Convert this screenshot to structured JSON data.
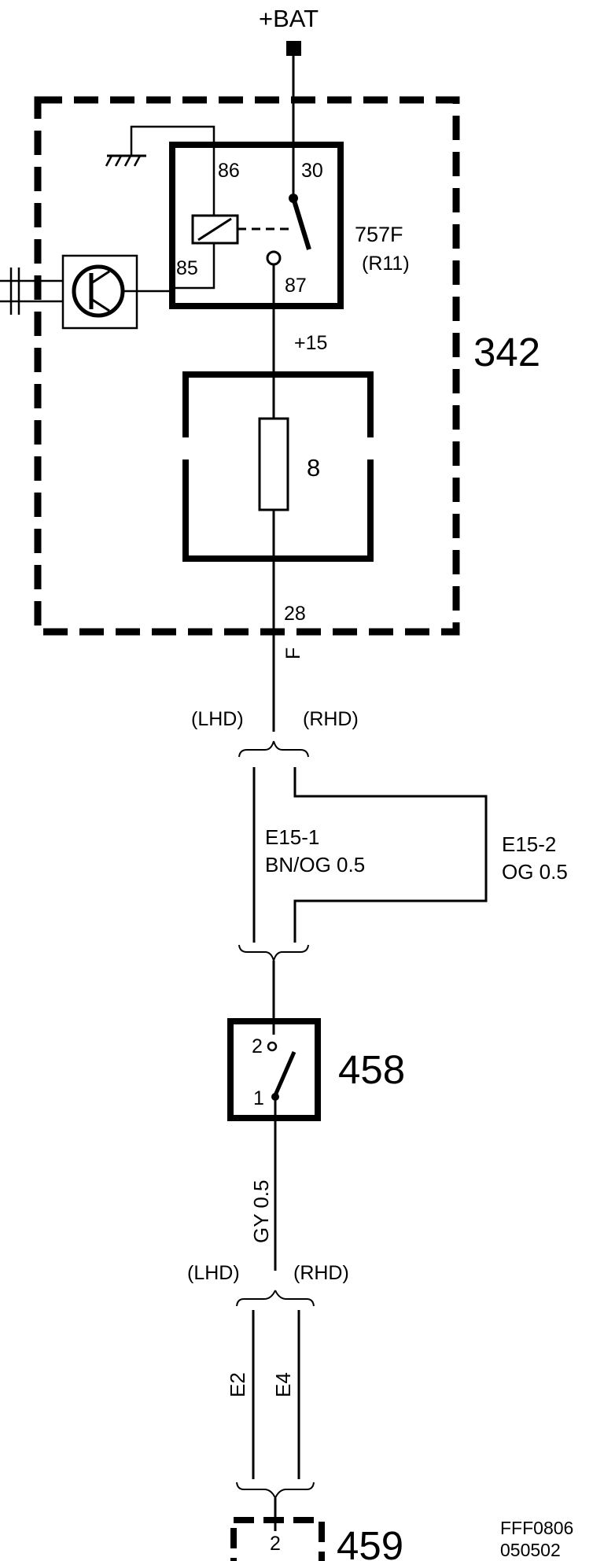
{
  "labels": {
    "battery": "+BAT",
    "relay_pin_86": "86",
    "relay_pin_30": "30",
    "relay_pin_85": "85",
    "relay_pin_87": "87",
    "relay_id": "757F",
    "relay_ref": "(R11)",
    "circuit_15": "+15",
    "module_id": "342",
    "fuse_number": "8",
    "fuse_output_pin": "28",
    "fuse_output_connector": "F",
    "split1_lhd": "(LHD)",
    "split1_rhd": "(RHD)",
    "wire_lhd_id": "E15-1",
    "wire_lhd_spec": "BN/OG 0.5",
    "wire_rhd_id": "E15-2",
    "wire_rhd_spec": "OG 0.5",
    "switch_id": "458",
    "switch_pin_2": "2",
    "switch_pin_1": "1",
    "wire_switch_spec": "GY 0.5",
    "split2_lhd": "(LHD)",
    "split2_rhd": "(RHD)",
    "wire_e2": "E2",
    "wire_e4": "E4",
    "component_pin": "2",
    "component_id": "459",
    "doc_code": "FFF0806",
    "doc_date": "050502"
  },
  "icons": [
    "ground-icon",
    "transistor-icon",
    "relay-coil-icon",
    "relay-switch-icon",
    "fuse-icon",
    "switch-icon"
  ]
}
